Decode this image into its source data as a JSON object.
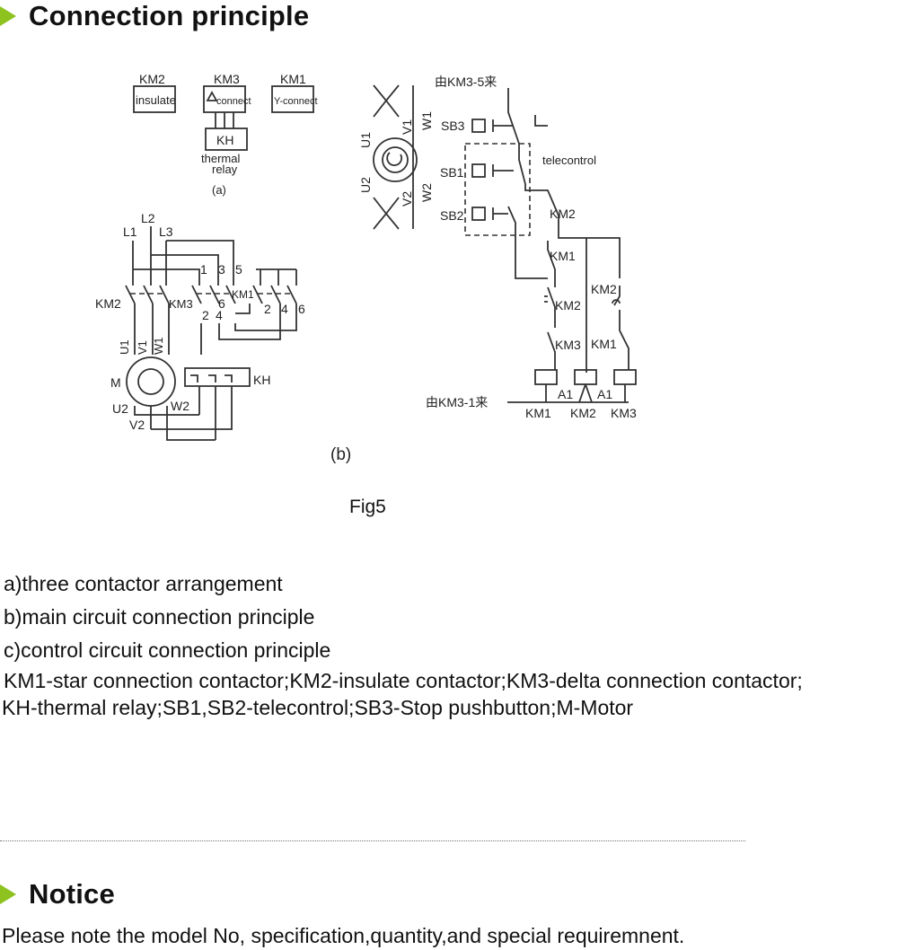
{
  "sections": {
    "connection_title": "Connection principle",
    "notice_title": "Notice"
  },
  "diagram": {
    "a": {
      "km2": "KM2",
      "km3": "KM3",
      "km1": "KM1",
      "insulate": "insulate",
      "connect": "connect",
      "y_connect": "Y-connect",
      "kh": "KH",
      "thermal": "thermal",
      "relay": "relay",
      "caption": "(a)"
    },
    "b": {
      "l1": "L1",
      "l2": "L2",
      "l3": "L3",
      "t1": "1",
      "t3": "3",
      "t5": "5",
      "t2": "2",
      "t4": "4",
      "t6": "6",
      "km2": "KM2",
      "km3": "KM3",
      "km1": "KM1",
      "u1": "U1",
      "v1": "V1",
      "w1": "W1",
      "m": "M",
      "u2": "U2",
      "v2": "V2",
      "w2": "W2",
      "kh": "KH",
      "caption": "(b)"
    },
    "motor": {
      "u1": "U1",
      "v1": "V1",
      "w1": "W1",
      "u2": "U2",
      "v2": "V2",
      "w2": "W2"
    },
    "c": {
      "from_top": "由KM3-5来",
      "from_bottom": "由KM3-1来",
      "sb3": "SB3",
      "sb1": "SB1",
      "sb2": "SB2",
      "telecontrol": "telecontrol",
      "km2_a": "KM2",
      "km1_a": "KM1",
      "km2_b": "KM2",
      "km2_c": "KM2",
      "km3_a": "KM3",
      "km1_b": "KM1",
      "a1_1": "A1",
      "a1_2": "A1",
      "coil_km1": "KM1",
      "coil_km2": "KM2",
      "coil_km3": "KM3"
    },
    "figure_caption": "Fig5"
  },
  "legend": [
    "a)three contactor arrangement",
    "b)main circuit connection principle",
    "c)control circuit connection principle",
    "KM1-star connection contactor;KM2-insulate contactor;KM3-delta connection contactor;",
    "KH-thermal relay;SB1,SB2-telecontrol;SB3-Stop pushbutton;M-Motor"
  ],
  "notice": {
    "text": "Please note the model No, specification,quantity,and special requiremnent."
  },
  "colors": {
    "accent": "#8dc21f"
  }
}
